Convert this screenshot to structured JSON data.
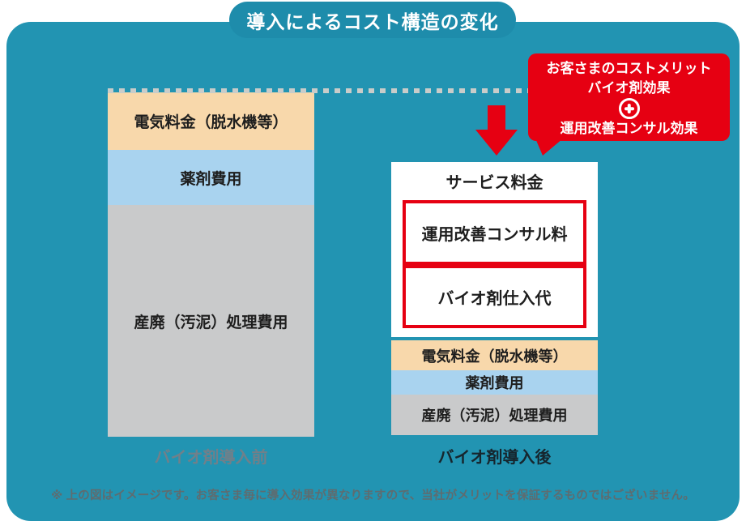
{
  "page": {
    "title_pill": "導入によるコスト構造の変化",
    "note": "※ 上の図はイメージです。お客さま毎に導入効果が異なりますので、当社がメリットを保証するものではございません。"
  },
  "colors": {
    "background_teal": "#2294B2",
    "pill_teal": "#1E8CAB",
    "accent_red": "#E60012",
    "electricity_orange": "#F8D8AB",
    "chemical_blue": "#A9D3EF",
    "waste_gray": "#C9CACB",
    "before_label_gray": "#70808A",
    "note_gray": "#5E6C70"
  },
  "before_bar": {
    "label": "バイオ剤導入前",
    "segments": [
      {
        "label": "電気料金（脱水機等）",
        "color": "#F8D8AB"
      },
      {
        "label": "薬剤費用",
        "color": "#A9D3EF"
      },
      {
        "label": "産廃（汚泥）処理費用",
        "color": "#C9CACB"
      }
    ]
  },
  "after_bar": {
    "label": "バイオ剤導入後",
    "service_box": {
      "title": "サービス料金",
      "items": [
        {
          "label": "運用改善コンサル料"
        },
        {
          "label": "バイオ剤仕入代"
        }
      ]
    },
    "segments": [
      {
        "label": "電気料金（脱水機等）",
        "color": "#F8D8AB"
      },
      {
        "label": "薬剤費用",
        "color": "#A9D3EF"
      },
      {
        "label": "産廃（汚泥）処理費用",
        "color": "#C9CACB"
      }
    ]
  },
  "callout": {
    "title": "お客さまのコストメリット",
    "effect_1": "バイオ剤効果",
    "plus_icon": "plus-in-circle",
    "effect_2": "運用改善コンサル効果"
  },
  "icons": {
    "down_arrow": "red-down-arrow",
    "dotted_line": "gray-dotted-reference-line"
  }
}
